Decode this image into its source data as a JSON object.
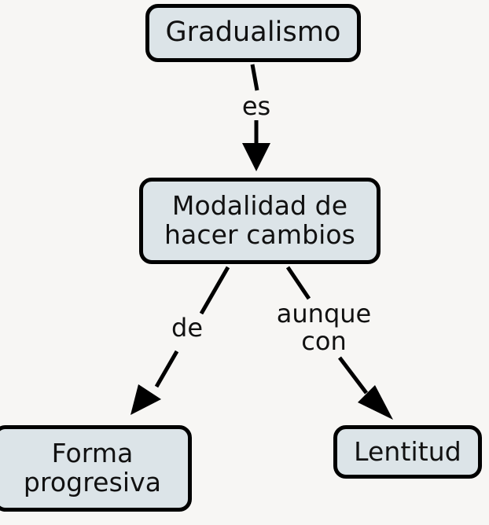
{
  "diagram": {
    "title": "Gradualismo concept map",
    "background_color": "#f7f6f4",
    "node_fill_color": "#dce4e8",
    "node_border_color": "#000000",
    "text_color": "#111111",
    "nodes": [
      {
        "id": "gradualismo",
        "label": "Gradualismo"
      },
      {
        "id": "modalidad",
        "label": "Modalidad de\nhacer cambios"
      },
      {
        "id": "forma",
        "label": "Forma\nprogresiva"
      },
      {
        "id": "lentitud",
        "label": "Lentitud"
      }
    ],
    "edges": [
      {
        "id": "es",
        "label": "es",
        "from": "gradualismo",
        "to": "modalidad"
      },
      {
        "id": "de",
        "label": "de",
        "from": "modalidad",
        "to": "forma"
      },
      {
        "id": "aunque-con",
        "label": "aunque\ncon",
        "from": "modalidad",
        "to": "lentitud"
      }
    ]
  }
}
